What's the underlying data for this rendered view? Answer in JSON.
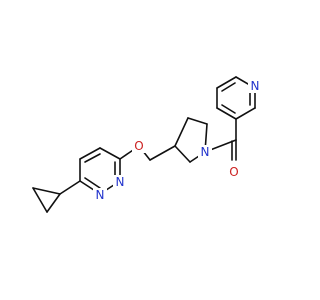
{
  "structure": {
    "atoms": {
      "pyridine_n": {
        "symbol": "N",
        "color": "#2233cc"
      },
      "pyrrolidine_n": {
        "symbol": "N",
        "color": "#2233cc"
      },
      "carbonyl_o": {
        "symbol": "O",
        "color": "#cc2222"
      },
      "ether_o": {
        "symbol": "O",
        "color": "#cc2222"
      },
      "pyridazine_n1": {
        "symbol": "N",
        "color": "#2233cc"
      },
      "pyridazine_n2": {
        "symbol": "N",
        "color": "#2233cc"
      }
    },
    "bond_color": "#111111"
  }
}
